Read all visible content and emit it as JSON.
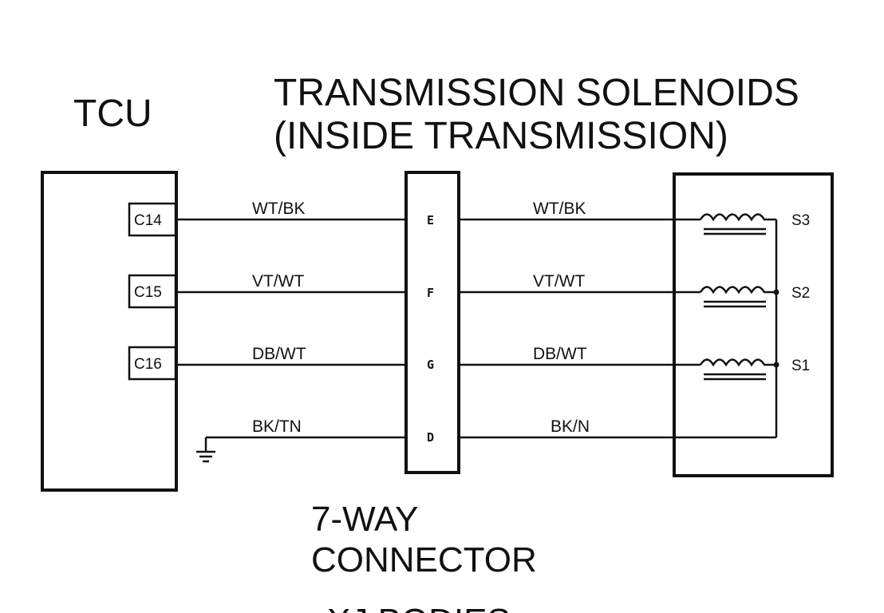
{
  "titles": {
    "tcu": "TCU",
    "solenoids_line1": "TRANSMISSION SOLENOIDS",
    "solenoids_line2": "(INSIDE TRANSMISSION)",
    "connector_line1": "7-WAY",
    "connector_line2": "CONNECTOR",
    "cut_off_line": "XJ BODIES"
  },
  "tcu_pins": [
    "C14",
    "C15",
    "C16"
  ],
  "wires_left": [
    "WT/BK",
    "VT/WT",
    "DB/WT",
    "BK/TN"
  ],
  "connector_pins": [
    "E",
    "F",
    "G",
    "D"
  ],
  "wires_right": [
    "WT/BK",
    "VT/WT",
    "DB/WT",
    "BK/N"
  ],
  "solenoids": [
    "S3",
    "S2",
    "S1"
  ],
  "colors": {
    "ink": "#111111",
    "background": "#ffffff"
  },
  "icons": [
    "ground-icon",
    "solenoid-coil-icon"
  ]
}
